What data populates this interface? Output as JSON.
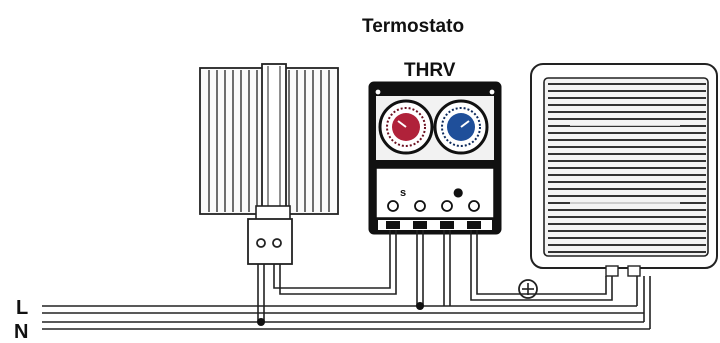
{
  "diagram": {
    "title_line1": "Termostato",
    "title_line2": "THRV",
    "line_l": "L",
    "line_n": "N",
    "terminal_mark_s": "s",
    "terminal_mark_bullet": "●",
    "ground_symbol": "⊕"
  },
  "colors": {
    "background": "#ffffff",
    "ink": "#1a1a1a",
    "dial_left_accent": "#b0223a",
    "dial_right_accent": "#1f4f9a",
    "device_body": "#111111"
  },
  "components": {
    "heater": "heater-icon",
    "thermostat": "thermostat-icon",
    "fan_heater": "fan-heater-icon"
  }
}
